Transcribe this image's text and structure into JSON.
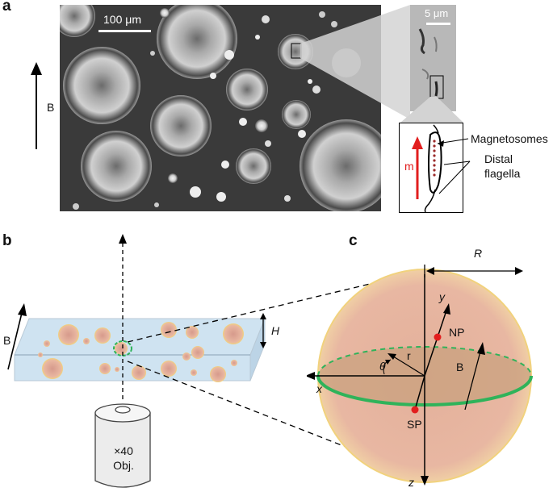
{
  "panel_a": {
    "letter": "a",
    "field_label": "B",
    "scalebar_main": "100 μm",
    "scalebar_zoom": "5 μm",
    "labels": {
      "magnetosomes": "Magnetosomes",
      "distal_flagella_1": "Distal",
      "distal_flagella_2": "flagella",
      "moment": "m"
    }
  },
  "panel_b": {
    "letter": "b",
    "field_label": "B",
    "height_label": "H",
    "objective_1": "×40",
    "objective_2": "Obj."
  },
  "panel_c": {
    "letter": "c",
    "radius_label": "R",
    "axes": {
      "x": "x",
      "y": "y",
      "z": "z",
      "r": "r",
      "theta": "θ"
    },
    "field_label": "B",
    "north_pole": "NP",
    "south_pole": "SP"
  },
  "colors": {
    "droplet_fill": "#e9b7a1",
    "droplet_rim": "#f1d27d",
    "equator": "#2fb35a",
    "pole": "#e21e1e",
    "chamber": "#cfe3f1",
    "moment_arrow": "#e21e1e"
  }
}
